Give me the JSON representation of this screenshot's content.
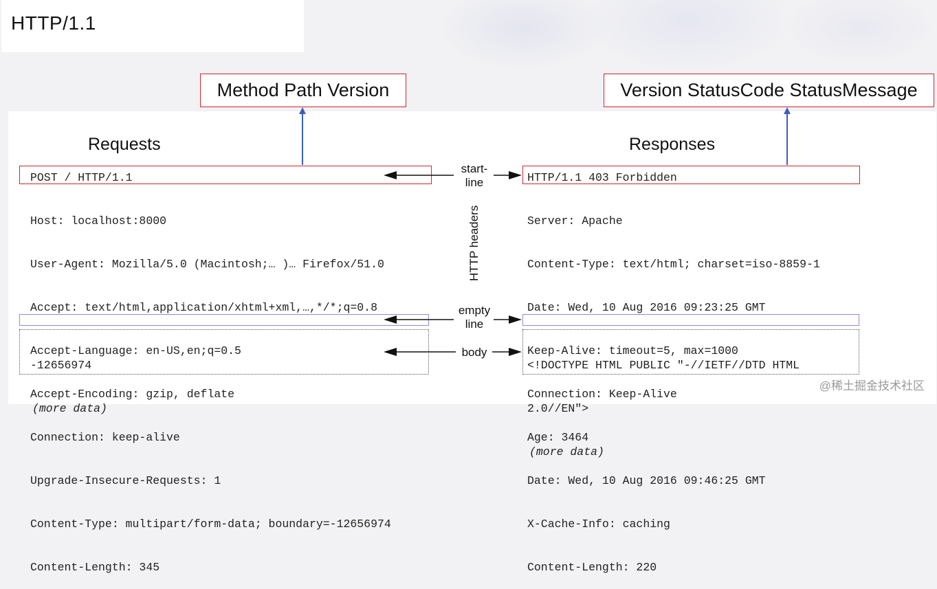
{
  "title": "HTTP/1.1",
  "request": {
    "start_line_annotation": "Method Path Version",
    "heading": "Requests",
    "start_line": "POST / HTTP/1.1",
    "headers": [
      "Host: localhost:8000",
      "User-Agent: Mozilla/5.0 (Macintosh;… )… Firefox/51.0",
      "Accept: text/html,application/xhtml+xml,…,*/*;q=0.8",
      "Accept-Language: en-US,en;q=0.5",
      "Accept-Encoding: gzip, deflate",
      "Connection: keep-alive",
      "Upgrade-Insecure-Requests: 1",
      "Content-Type: multipart/form-data; boundary=-12656974",
      "Content-Length: 345"
    ],
    "body_lines": [
      "-12656974"
    ],
    "body_more": "(more data)"
  },
  "response": {
    "start_line_annotation": "Version StatusCode StatusMessage",
    "heading": "Responses",
    "start_line": "HTTP/1.1 403 Forbidden",
    "headers": [
      "Server: Apache",
      "Content-Type: text/html; charset=iso-8859-1",
      "Date: Wed, 10 Aug 2016 09:23:25 GMT",
      "Keep-Alive: timeout=5, max=1000",
      "Connection: Keep-Alive",
      "Age: 3464",
      "Date: Wed, 10 Aug 2016 09:46:25 GMT",
      "X-Cache-Info: caching",
      "Content-Length: 220"
    ],
    "body_lines": [
      "<!DOCTYPE HTML PUBLIC \"-//IETF//DTD HTML",
      "2.0//EN\">"
    ],
    "body_more": "(more data)"
  },
  "center_labels": {
    "start_line_1": "start-",
    "start_line_2": "line",
    "http_headers": "HTTP headers",
    "empty_line_1": "empty",
    "empty_line_2": "line",
    "body": "body"
  },
  "watermark": "@稀土掘金技术社区",
  "colors": {
    "annotation_border": "#d0262c",
    "empty_line_border": "#8e8ad9",
    "up_arrow": "#3a5fb8",
    "side_arrow": "#111111"
  }
}
